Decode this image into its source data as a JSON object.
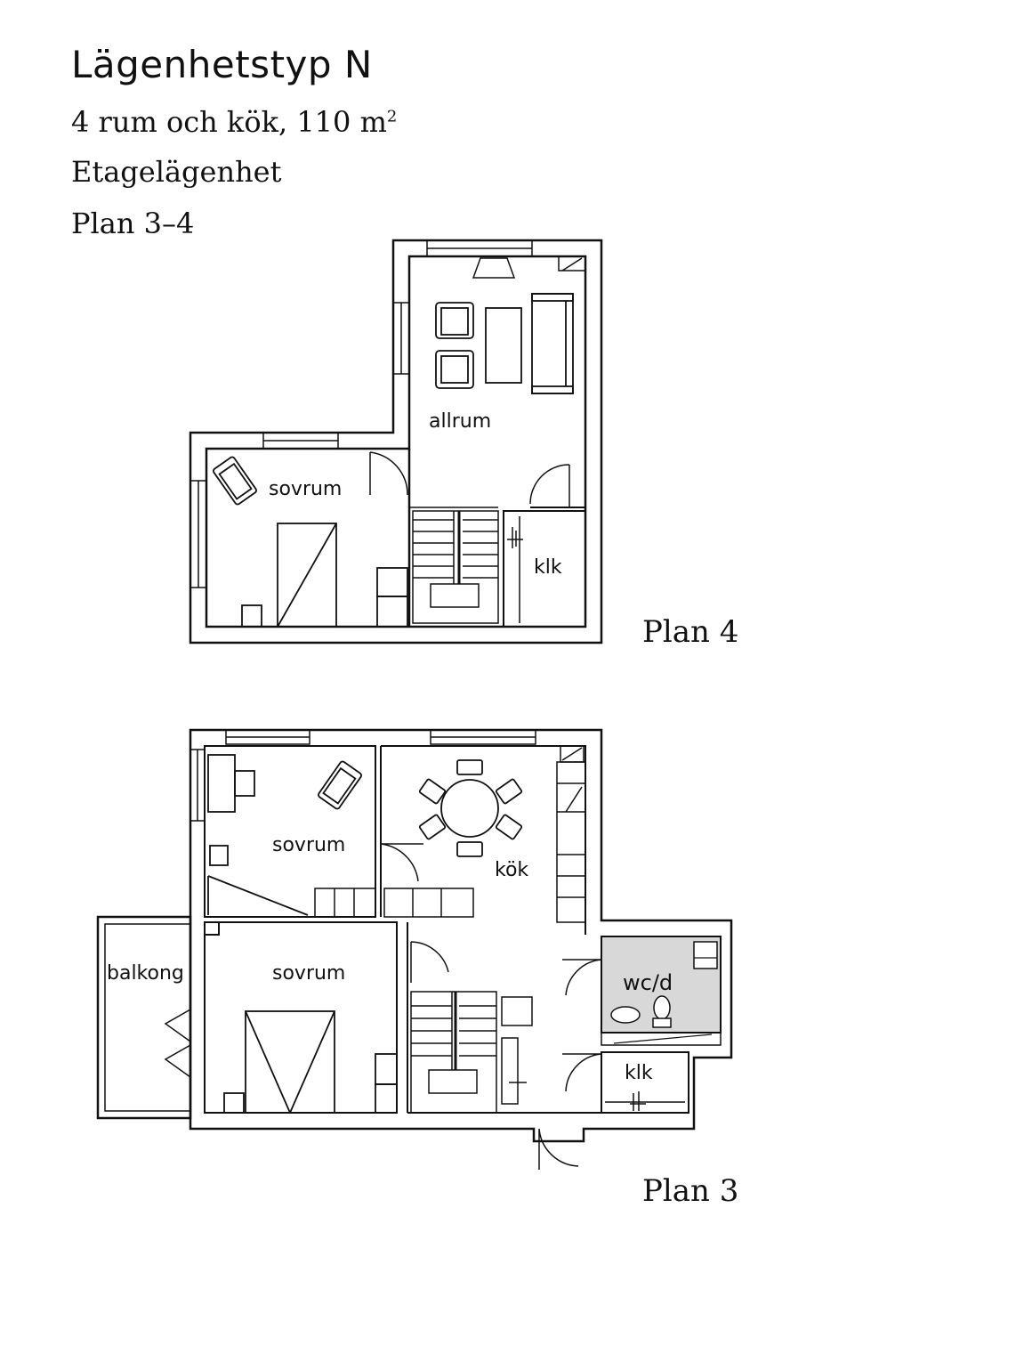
{
  "header": {
    "title": "Lägenhetstyp N",
    "rooms_prefix": "4 rum och kök, 110 m",
    "rooms_sup": "2",
    "type": "Etagelägenhet",
    "plan_range": "Plan 3–4"
  },
  "plan4": {
    "label": "Plan 4",
    "rooms": {
      "allrum": "allrum",
      "sovrum": "sovrum",
      "klk": "klk"
    }
  },
  "plan3": {
    "label": "Plan 3",
    "rooms": {
      "sovrum_top": "sovrum",
      "sovrum_bottom": "sovrum",
      "kok": "kök",
      "balkong": "balkong",
      "wcd": "wc/d",
      "klk": "klk"
    }
  }
}
